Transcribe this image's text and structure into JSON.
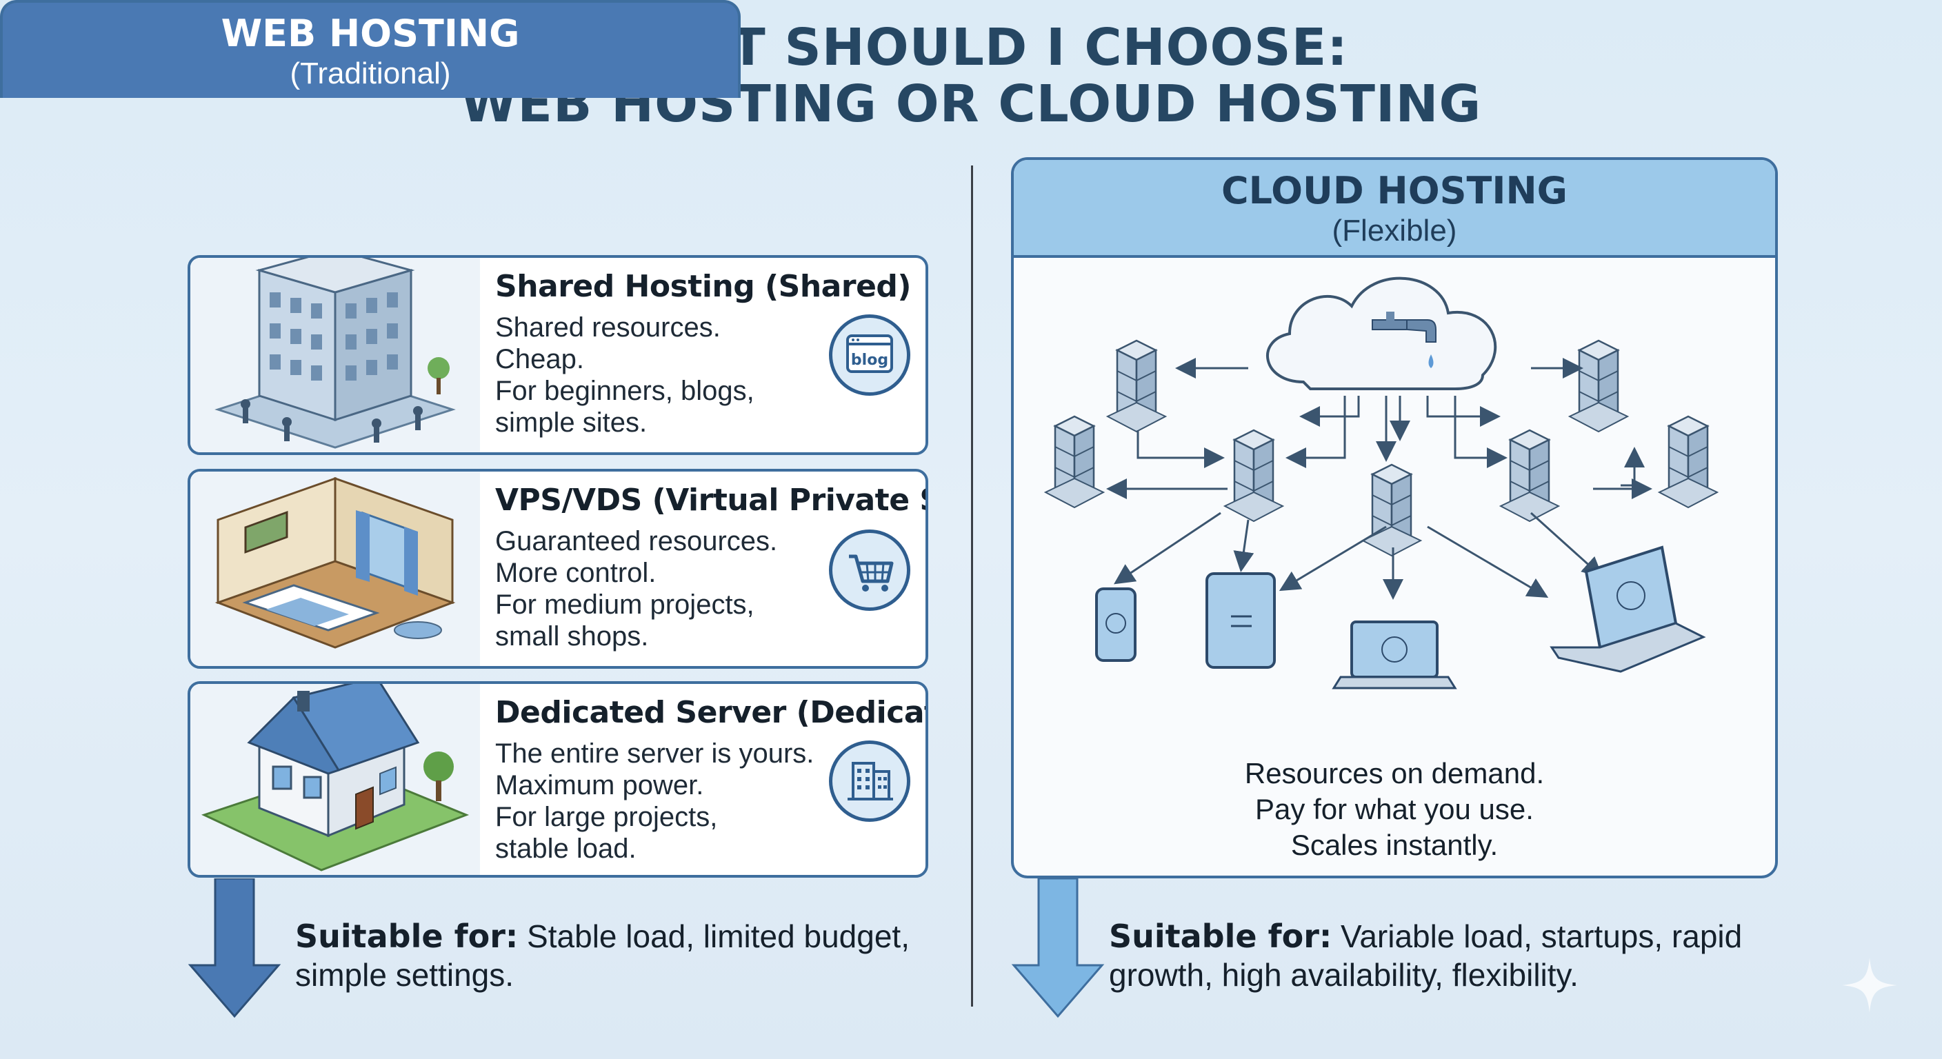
{
  "title": {
    "line1": "WHAT SHOULD I CHOOSE:",
    "line2": "WEB HOSTING OR CLOUD HOSTING"
  },
  "web": {
    "heading": "WEB HOSTING",
    "subheading": "(Traditional)",
    "header_color": "#4a79b3",
    "cards": [
      {
        "title": "Shared Hosting (Shared)",
        "lines": [
          "Shared resources.",
          "Cheap.",
          "For beginners, blogs,",
          "simple sites."
        ],
        "badge_icon": "blog-browser-icon",
        "badge_text": "blog",
        "illustration": "apartment-building-illustration"
      },
      {
        "title": "VPS/VDS (Virtual Private Server)",
        "lines": [
          "Guaranteed resources.",
          "More control.",
          "For medium projects,",
          "small shops."
        ],
        "badge_icon": "shopping-cart-icon",
        "illustration": "private-room-illustration"
      },
      {
        "title": "Dedicated Server (Dedicated)",
        "lines": [
          "The entire server is yours.",
          "Maximum power.",
          "For large projects,",
          "stable load."
        ],
        "badge_icon": "office-building-icon",
        "illustration": "detached-house-illustration"
      }
    ],
    "suitable_label": "Suitable for:",
    "suitable_line1": " Stable load, limited budget,",
    "suitable_line2": "simple settings."
  },
  "cloud": {
    "heading": "CLOUD HOSTING",
    "subheading": "(Flexible)",
    "header_color": "#9cc9ea",
    "diagram": "cloud-tap-server-network-illustration",
    "caption": [
      "Resources on demand.",
      "Pay for what you use.",
      "Scales instantly."
    ],
    "suitable_label": "Suitable for:",
    "suitable_line1": " Variable load, startups, rapid",
    "suitable_line2": "growth, high availability, flexibility."
  },
  "colors": {
    "background": "#dcebf6",
    "title": "#264763",
    "web_arrow": "#4a79b3",
    "cloud_arrow": "#7db6e3",
    "border": "#3e6e9e"
  }
}
